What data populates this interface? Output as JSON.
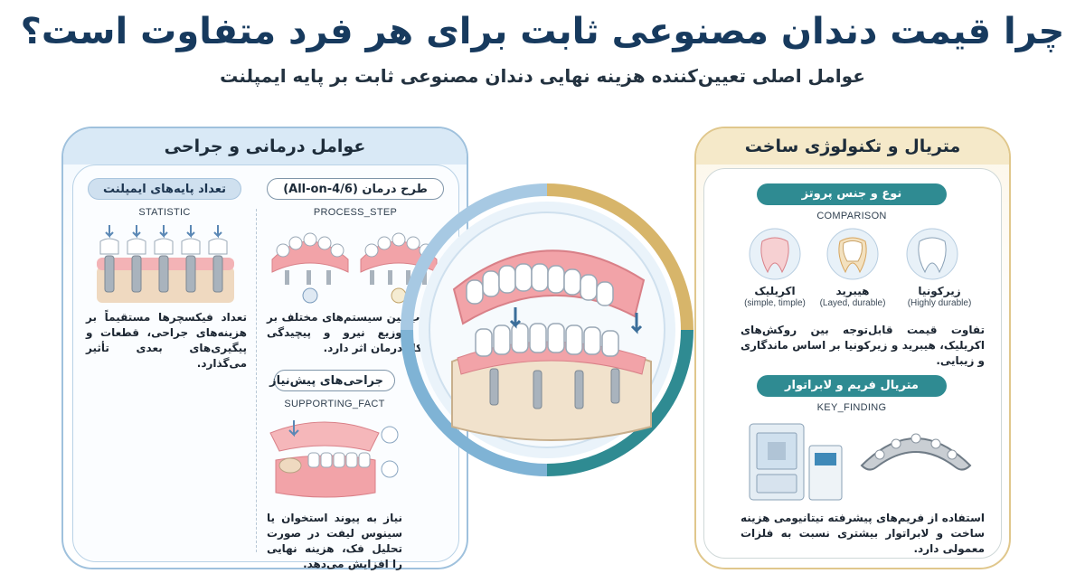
{
  "header": {
    "title": "چرا قیمت دندان مصنوعی ثابت برای هر فرد متفاوت است؟",
    "subtitle": "عوامل اصلی تعیین‌کننده هزینه نهایی دندان مصنوعی ثابت بر پایه ایمپلنت"
  },
  "left_panel": {
    "title": "عوامل درمانی و جراحی",
    "implant_count": {
      "label": "تعداد پایه‌های ایمپلنت",
      "tag": "STATISTIC",
      "description": "تعداد فیکسچرها مستقیماً بر هزینه‌های جراحی، قطعات و پیگیری‌های بعدی تأثیر می‌گذارد."
    },
    "treatment_plan": {
      "label": "طرح درمان (All-on-4/6)",
      "tag": "PROCESS_STEP",
      "description": "انتخاب بین سیستم‌های مختلف بر نحوه توزیع نیرو و پیچیدگی پروتکل درمان اثر دارد."
    },
    "pre_surgery": {
      "label": "جراحی‌های پیش‌نیاز",
      "tag": "SUPPORTING_FACT",
      "description": "نیاز به پیوند استخوان یا سینوس لیفت در صورت تحلیل فک، هزینه نهایی را افزایش می‌دهد."
    }
  },
  "right_panel": {
    "title": "متریال و تکنولوژی ساخت",
    "prosthesis_type": {
      "label": "نوع و جنس پروتز",
      "tag": "COMPARISON",
      "items": [
        {
          "name": "زیرکونیا",
          "note": "(Highly durable)"
        },
        {
          "name": "هیبرید",
          "note": "(Layed, durable)"
        },
        {
          "name": "اکریلیک",
          "note": "(simple, timple)"
        }
      ],
      "description": "تفاوت قیمت قابل‌توجه بین روکش‌های اکریلیک، هیبرید و زیرکونیا بر اساس ماندگاری و زیبایی."
    },
    "frame_lab": {
      "label": "متریال فریم و لابراتوار",
      "tag": "KEY_FINDING",
      "description": "استفاده از فریم‌های پیشرفته تیتانیومی هزینه ساخت و لابراتوار بیشتری نسبت به فلزات معمولی دارد."
    }
  },
  "colors": {
    "navy": "#173a5e",
    "blue_panel": "#d9e9f6",
    "gold_panel": "#f5e9c9",
    "teal": "#2f8b92",
    "gum": "#f2a3a8"
  }
}
